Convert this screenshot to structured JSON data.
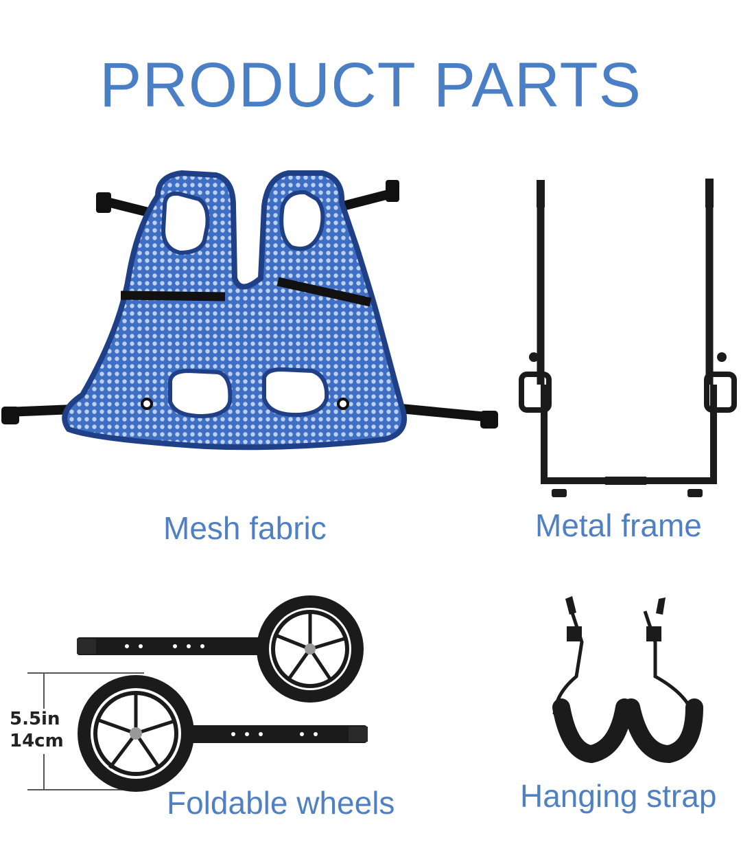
{
  "title": "PRODUCT PARTS",
  "parts": [
    {
      "label": "Mesh fabric",
      "icon": "mesh-vest-icon"
    },
    {
      "label": "Metal frame",
      "icon": "metal-frame-icon"
    },
    {
      "label": "Foldable wheels",
      "icon": "wheels-icon"
    },
    {
      "label": "Hanging strap",
      "icon": "hanging-strap-icon"
    }
  ],
  "dimension": {
    "imperial": "5.5in",
    "metric": "14cm"
  },
  "colors": {
    "title": "#4a7fc6",
    "mesh": "#3f6fc4",
    "mesh_border": "#1f3f86",
    "parts": "#1b1b1b"
  }
}
